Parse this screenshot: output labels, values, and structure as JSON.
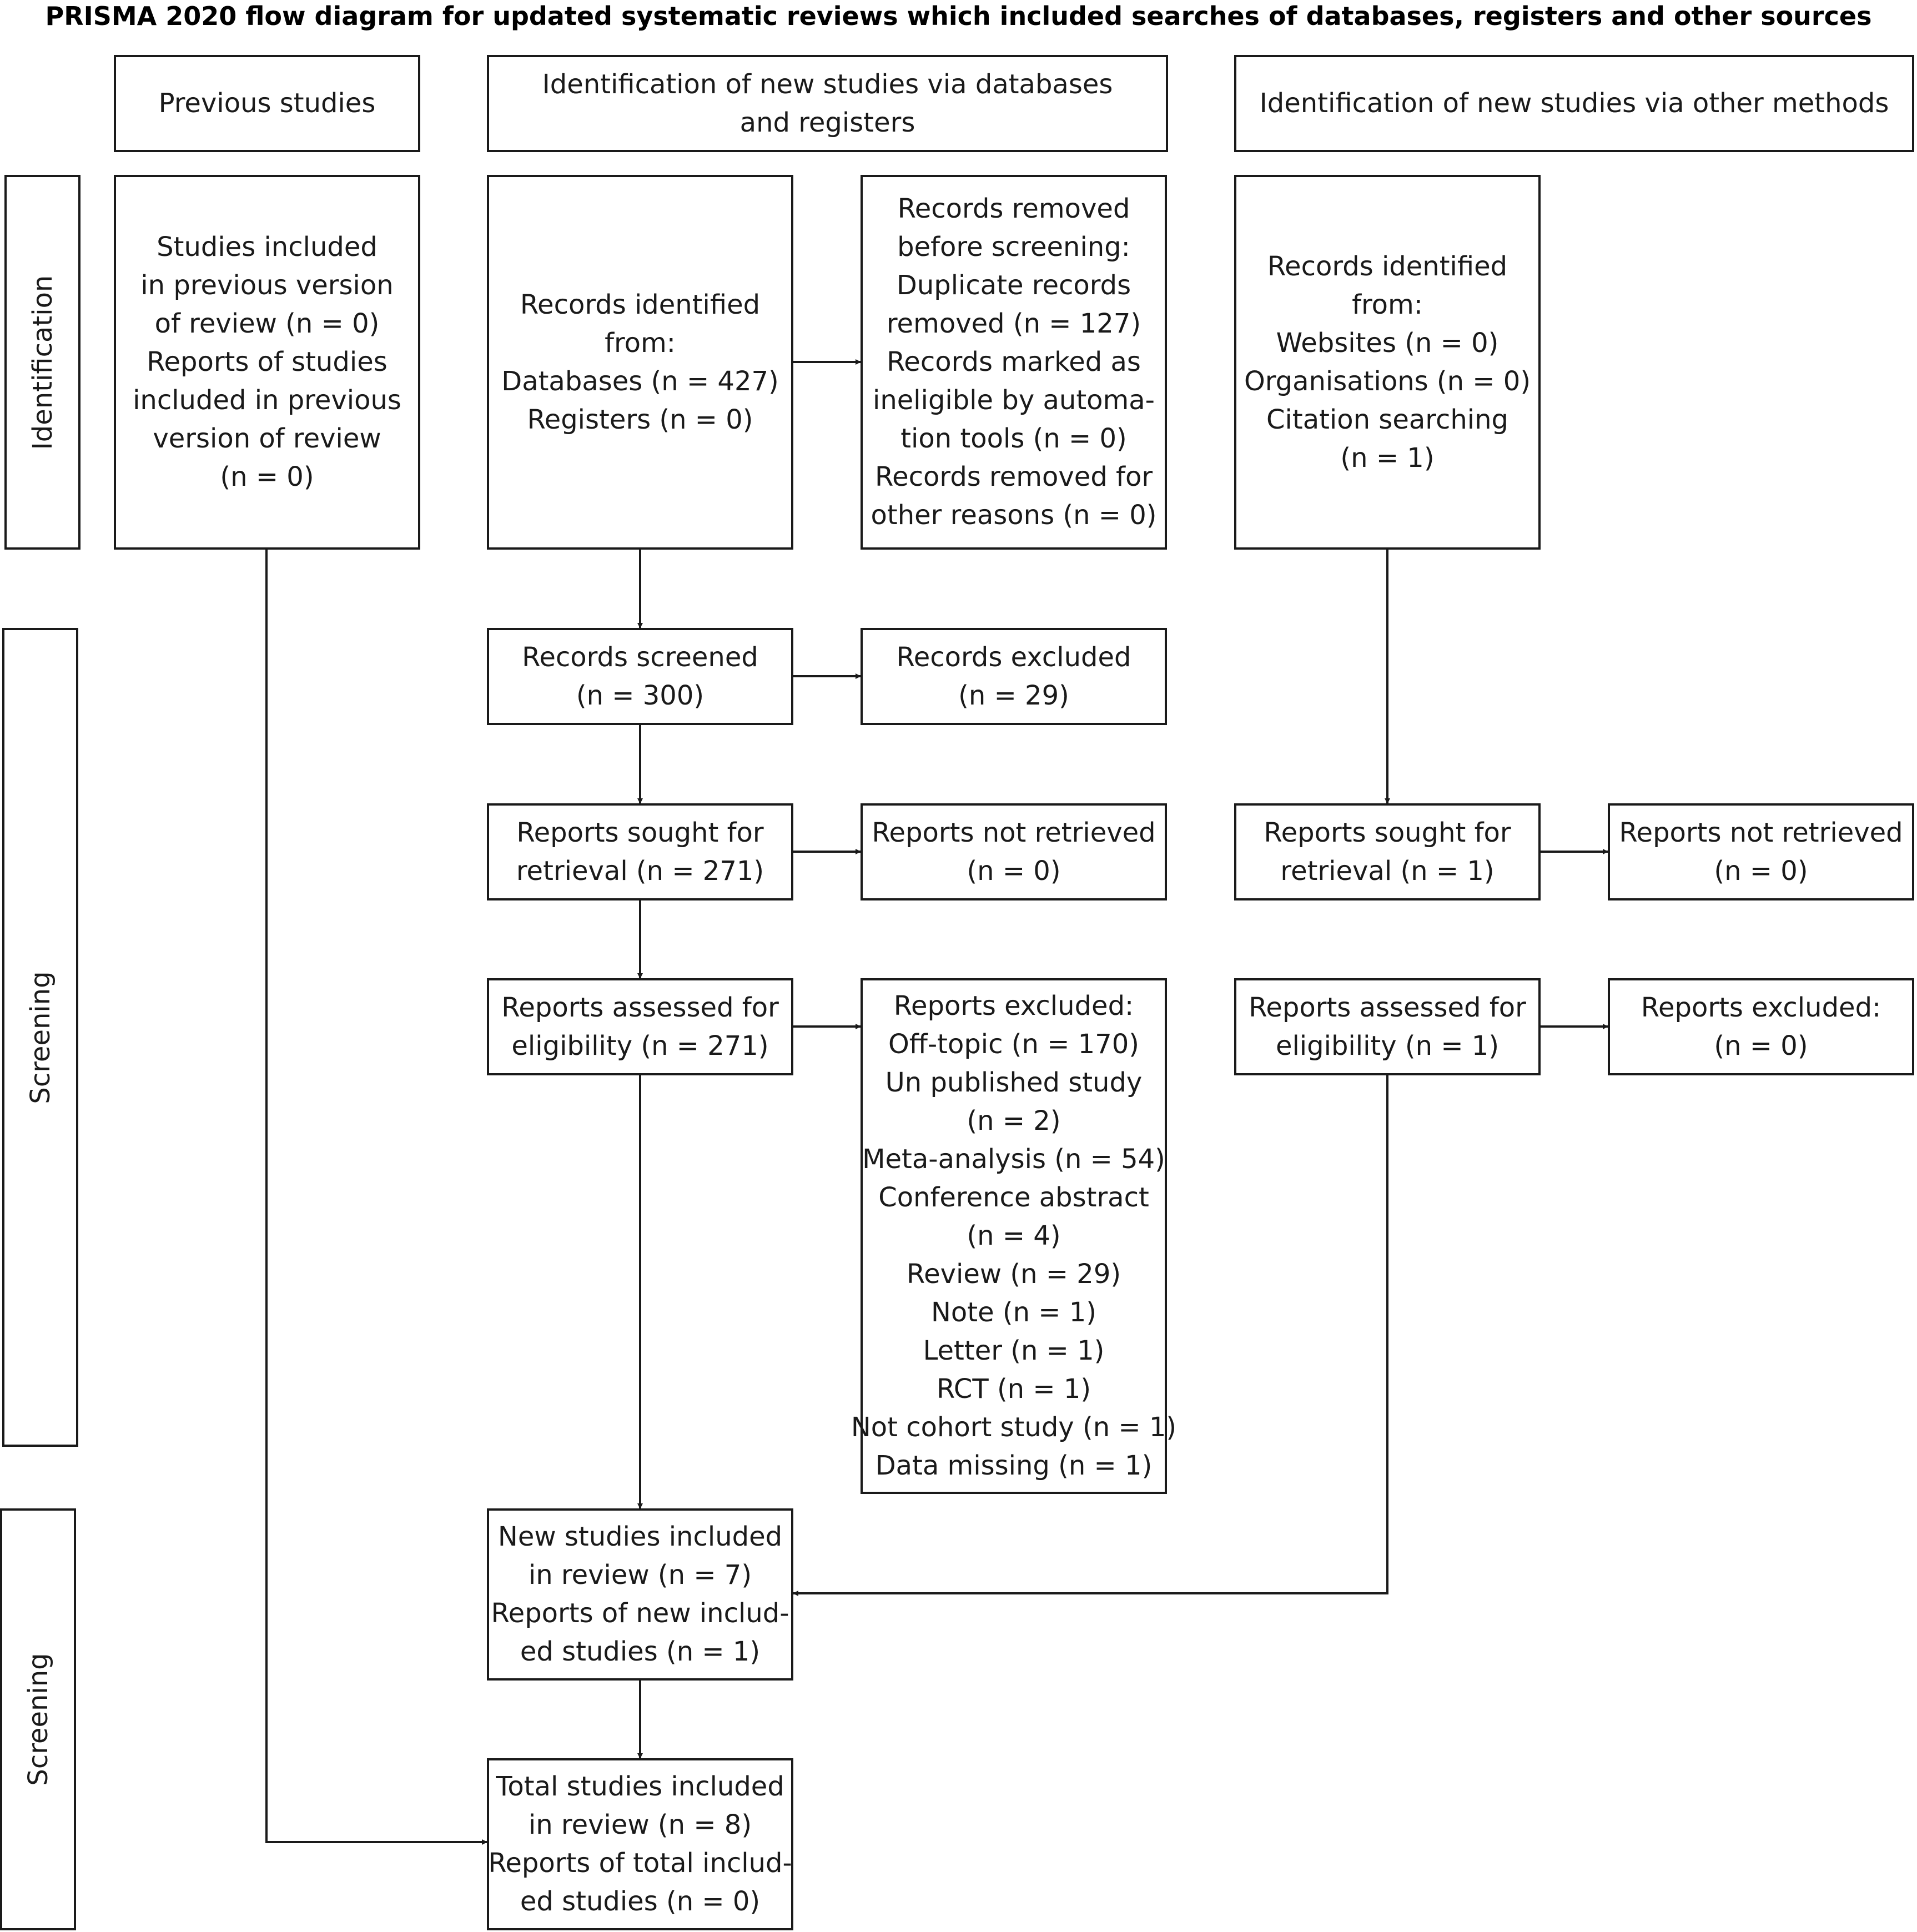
{
  "title": "PRISMA 2020 flow diagram for updated systematic reviews which included searches of databases, registers and other sources",
  "headers": {
    "previous": [
      "Previous studies"
    ],
    "databases": [
      "Identification of new studies via databases",
      "and registers"
    ],
    "other": [
      "Identification of new studies via other methods"
    ]
  },
  "side_labels": {
    "identification": "Identification",
    "screening": "Screening",
    "included": "Screening"
  },
  "boxes": {
    "previous_studies": [
      "Studies included",
      "in previous version",
      "of review (n = 0)",
      "Reports of studies",
      "included in previous",
      "version of review",
      "(n = 0)"
    ],
    "records_identified": [
      "Records identified",
      "from:",
      "Databases (n = 427)",
      "Registers (n = 0)"
    ],
    "records_removed": [
      "Records removed",
      "before screening:",
      "Duplicate records",
      "removed (n = 127)",
      "Records marked as",
      "ineligible by automa-",
      "tion tools (n = 0)",
      "Records removed for",
      "other reasons (n = 0)"
    ],
    "other_identified": [
      "Records identified",
      "from:",
      "Websites (n = 0)",
      "Organisations (n = 0)",
      "Citation searching",
      "(n = 1)"
    ],
    "records_screened": [
      "Records screened",
      "(n = 300)"
    ],
    "records_excluded": [
      "Records excluded",
      "(n = 29)"
    ],
    "reports_sought": [
      "Reports sought for",
      "retrieval (n = 271)"
    ],
    "reports_not_retrieved": [
      "Reports not retrieved",
      "(n = 0)"
    ],
    "other_sought": [
      "Reports sought for",
      "retrieval (n = 1)"
    ],
    "other_not_retrieved": [
      "Reports not retrieved",
      "(n = 0)"
    ],
    "reports_assessed": [
      "Reports assessed for",
      "eligibility (n = 271)"
    ],
    "reports_excluded": [
      "Reports excluded:",
      "Off-topic (n = 170)",
      "Un published study",
      "(n = 2)",
      "Meta-analysis (n = 54)",
      "Conference abstract",
      "(n = 4)",
      "Review (n = 29)",
      "Note (n = 1)",
      "Letter (n = 1)",
      "RCT (n = 1)",
      "Not cohort study (n = 1)",
      "Data missing (n = 1)"
    ],
    "other_assessed": [
      "Reports assessed for",
      "eligibility (n = 1)"
    ],
    "other_excluded": [
      "Reports excluded:",
      "(n = 0)"
    ],
    "new_included": [
      "New studies included",
      "in review (n = 7)",
      "Reports of new includ-",
      "ed studies (n = 1)"
    ],
    "total_included": [
      "Total studies included",
      "in review (n = 8)",
      "Reports of total includ-",
      "ed studies (n = 0)"
    ]
  }
}
